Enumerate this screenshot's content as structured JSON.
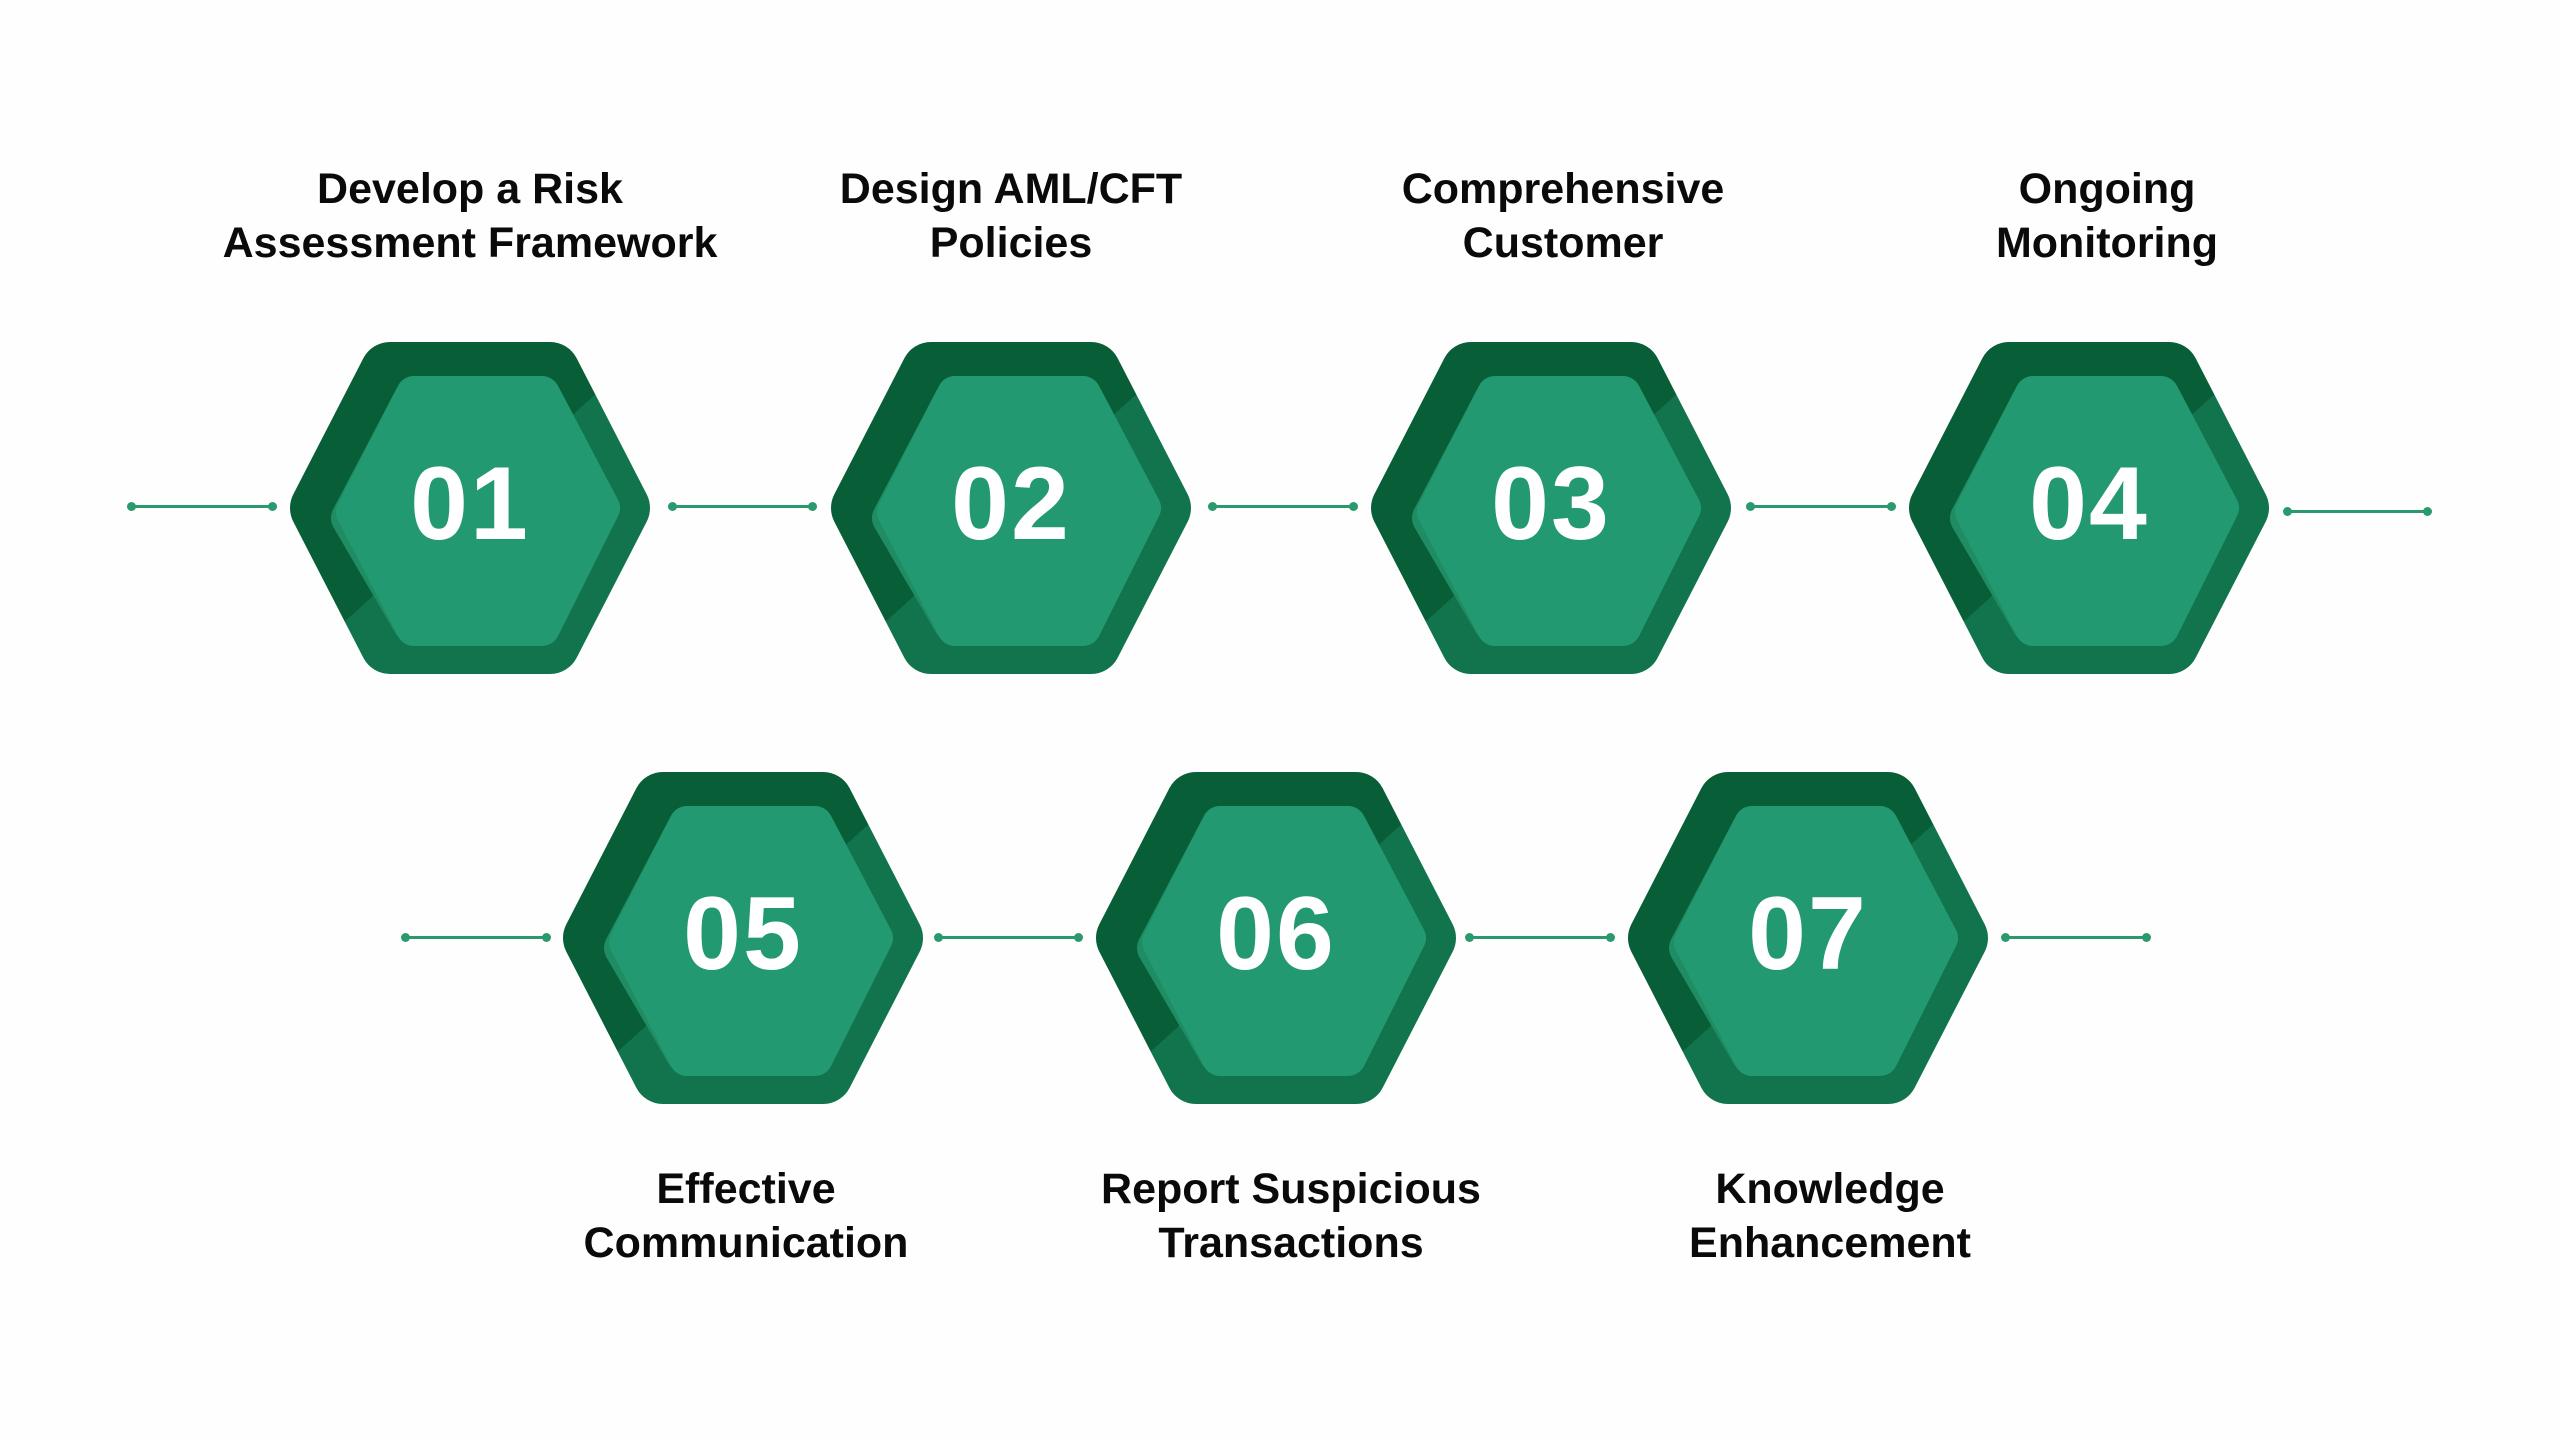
{
  "colors": {
    "rim_dark": "#075e37",
    "rim_light": "#11744c",
    "face": "#229970",
    "connector": "#2a9a6e",
    "number_text": "#ffffff",
    "label_text": "#0a0a0a"
  },
  "steps": [
    {
      "number": "01",
      "label_line1": "Develop a Risk",
      "label_line2": "Assessment Framework"
    },
    {
      "number": "02",
      "label_line1": "Design AML/CFT",
      "label_line2": "Policies"
    },
    {
      "number": "03",
      "label_line1": "Comprehensive",
      "label_line2": "Customer"
    },
    {
      "number": "04",
      "label_line1": "Ongoing",
      "label_line2": "Monitoring"
    },
    {
      "number": "05",
      "label_line1": "Effective",
      "label_line2": "Communication"
    },
    {
      "number": "06",
      "label_line1": "Report Suspicious",
      "label_line2": "Transactions"
    },
    {
      "number": "07",
      "label_line1": "Knowledge",
      "label_line2": "Enhancement"
    }
  ]
}
